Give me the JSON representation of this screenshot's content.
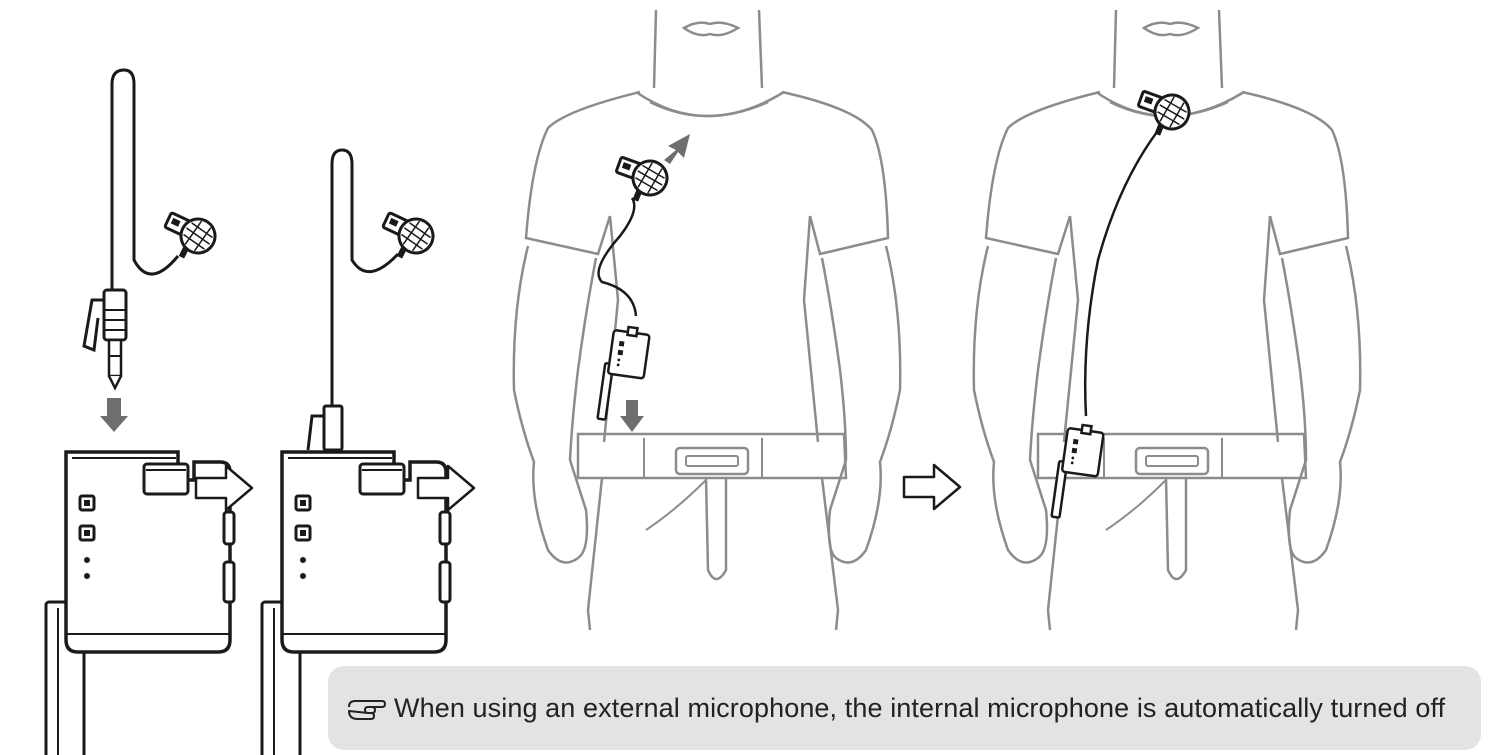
{
  "note": {
    "icon": "pointing-hand-icon",
    "text": "When using an external microphone, the internal microphone is automatically turned off"
  },
  "colors": {
    "figure_line": "#8c8c8c",
    "device_line": "#1a1a1a",
    "arrow_fill": "#6e6e6e",
    "note_bg": "#e3e3e3"
  },
  "steps": [
    {
      "name": "lavalier-mic-with-3.5mm-plug"
    },
    {
      "name": "transmitter-with-mic-plugged-in"
    },
    {
      "name": "person-clipping-transmitter-to-belt"
    },
    {
      "name": "person-wearing-transmitter-and-mic"
    }
  ]
}
